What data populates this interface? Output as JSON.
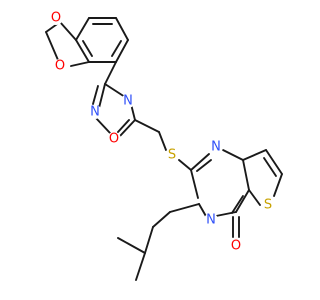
{
  "molecule": {
    "atoms": [
      {
        "id": "o_diox_top",
        "symbol": "O",
        "color": "#ff0000"
      },
      {
        "id": "o_diox_bot",
        "symbol": "O",
        "color": "#ff0000"
      },
      {
        "id": "n_oxd_3",
        "symbol": "N",
        "color": "#3050f8"
      },
      {
        "id": "n_oxd_2",
        "symbol": "N",
        "color": "#3050f8"
      },
      {
        "id": "o_oxd_1",
        "symbol": "O",
        "color": "#ff0000"
      },
      {
        "id": "s_thioether",
        "symbol": "S",
        "color": "#c8a200"
      },
      {
        "id": "n_pyr_1",
        "symbol": "N",
        "color": "#3050f8"
      },
      {
        "id": "n_pyr_3",
        "symbol": "N",
        "color": "#3050f8"
      },
      {
        "id": "s_thiophene",
        "symbol": "S",
        "color": "#c8a200"
      },
      {
        "id": "o_carbonyl",
        "symbol": "O",
        "color": "#ff0000"
      }
    ],
    "bond_color": "#1a1a1a"
  }
}
